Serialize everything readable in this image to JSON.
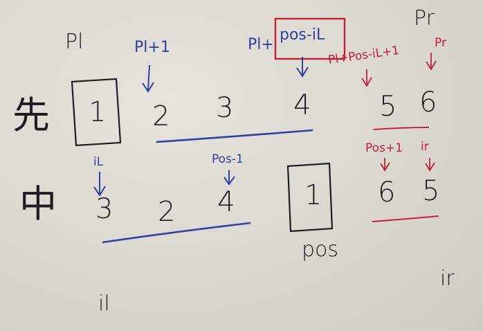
{
  "photo": {
    "top_labels": {
      "pl": "Pl",
      "pr_top": "Pr",
      "pl_plus_1": "Pl+1",
      "pl_plus_pos_il_prefix": "Pl+",
      "pl_plus_pos_il_boxed": "pos-iL",
      "pl_pos_il_1": "Pl+Pos-iL+1",
      "pr_red": "Pr"
    },
    "row1": {
      "char": "先",
      "digits": [
        "1",
        "2",
        "3",
        "4",
        "5",
        "6"
      ]
    },
    "middle_labels": {
      "il_blue": "iL",
      "pos_minus_1": "Pos-1",
      "pos_plus_1": "Pos+1",
      "ir_red": "ir"
    },
    "row2": {
      "char": "中",
      "digits": [
        "3",
        "2",
        "4",
        "1",
        "6",
        "5"
      ]
    },
    "bottom_labels": {
      "pos": "pos",
      "ir": "ir",
      "il": "il"
    },
    "colors": {
      "paper": "#dad7cf",
      "black_ink": "#1c1c22",
      "blue_ink": "#2f3fa3",
      "red_ink": "#c2203a"
    }
  }
}
